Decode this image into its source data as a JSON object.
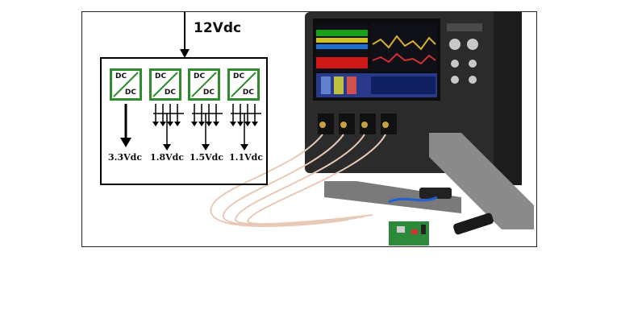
{
  "diagram": {
    "input_voltage": "12Vdc",
    "converter_top": "DC",
    "converter_bottom": "DC",
    "outputs": [
      "3.3Vdc",
      "1.8Vdc",
      "1.5Vdc",
      "1.1Vdc"
    ]
  },
  "colors": {
    "converter_border": "#2e8b2e",
    "scope_bezel": "#2b2b2b",
    "cable": "#e8c9b8"
  }
}
